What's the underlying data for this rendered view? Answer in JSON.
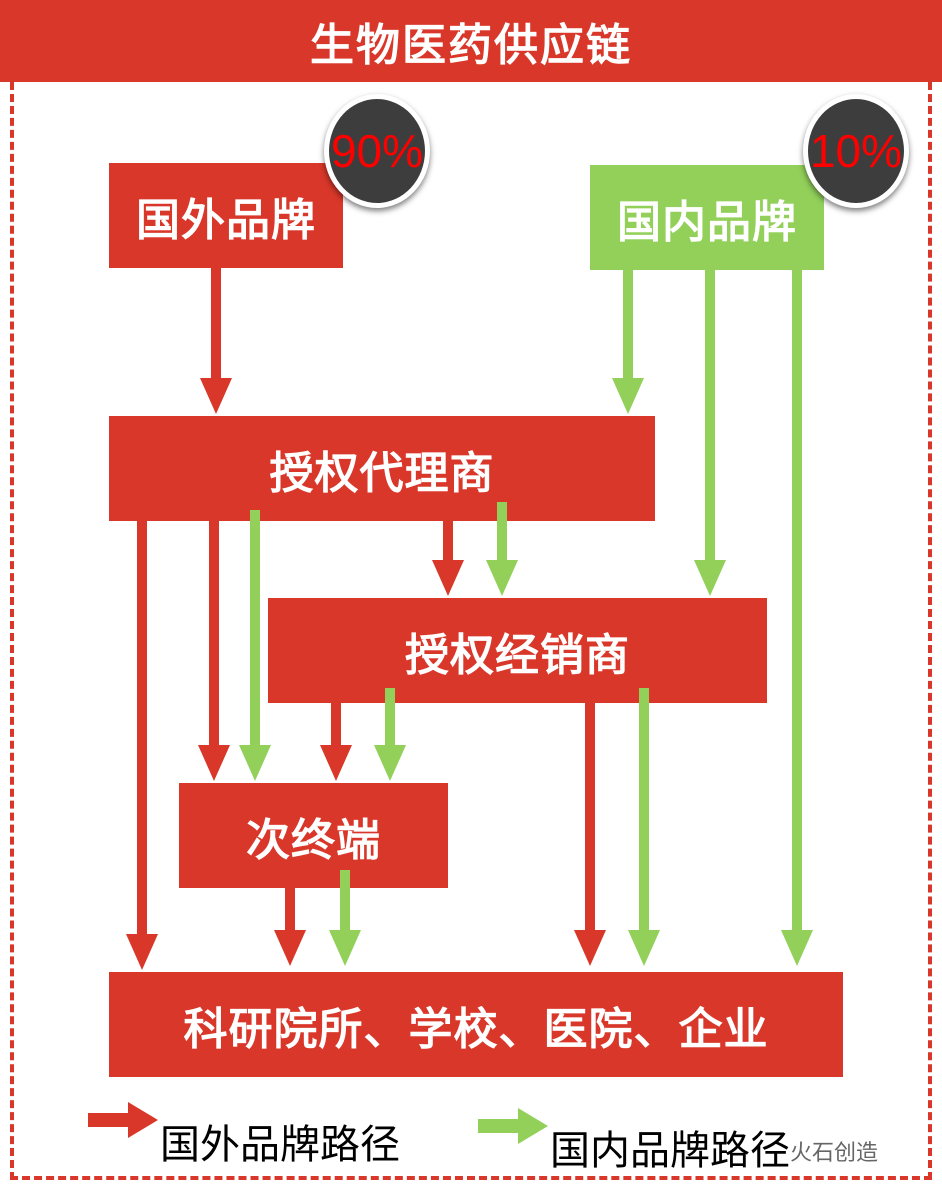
{
  "title": "生物医药供应链",
  "nodes": {
    "foreign_brand": "国外品牌",
    "domestic_brand": "国内品牌",
    "authorized_agent": "授权代理商",
    "authorized_distributor": "授权经销商",
    "sub_terminal": "次终端",
    "end_users": "科研院所、学校、医院、企业"
  },
  "badges": {
    "foreign_share": "90%",
    "domestic_share": "10%"
  },
  "legend": {
    "foreign_path": "国外品牌路径",
    "domestic_path": "国内品牌路径"
  },
  "watermark": "火石创造",
  "colors": {
    "foreign": "#D9372A",
    "domestic": "#92D05A"
  }
}
